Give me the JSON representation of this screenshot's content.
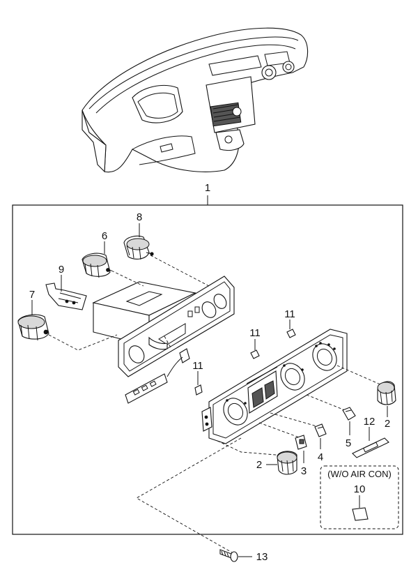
{
  "callouts": {
    "c1": "1",
    "c2a": "2",
    "c2b": "2",
    "c3": "3",
    "c4": "4",
    "c5": "5",
    "c6": "6",
    "c7": "7",
    "c8": "8",
    "c9": "9",
    "c10": "10",
    "c11a": "11",
    "c11b": "11",
    "c11c": "11",
    "c12": "12",
    "c13": "13"
  },
  "variant_box": {
    "label": "(W/O AIR CON)"
  }
}
